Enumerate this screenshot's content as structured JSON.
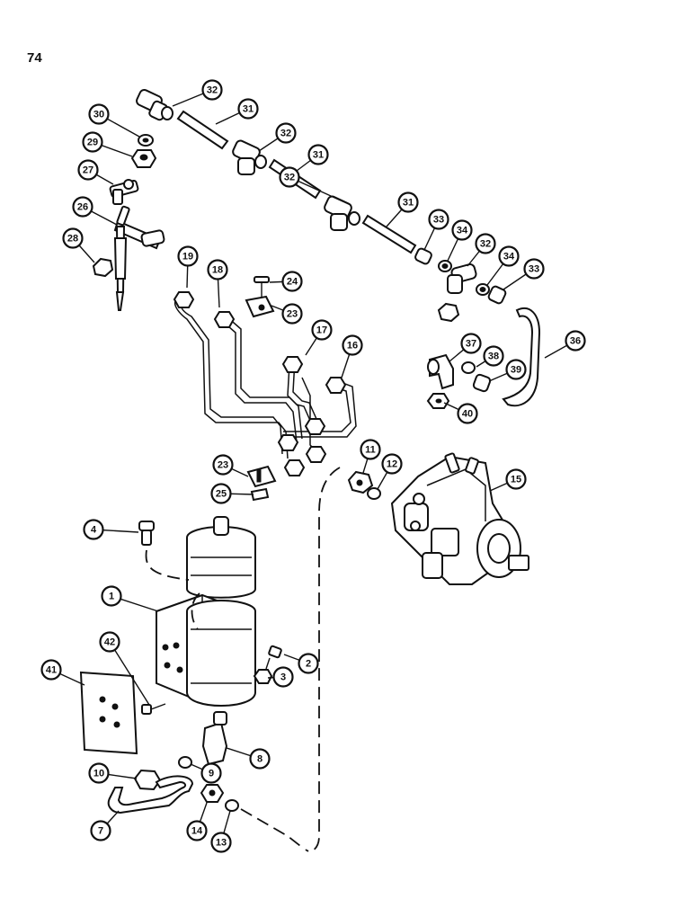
{
  "page": {
    "number": "74"
  },
  "callouts": [
    "32",
    "31",
    "32",
    "31",
    "32",
    "31",
    "30",
    "29",
    "27",
    "26",
    "28",
    "33",
    "34",
    "32",
    "34",
    "33",
    "19",
    "18",
    "24",
    "23",
    "17",
    "16",
    "36",
    "37",
    "38",
    "39",
    "40",
    "11",
    "12",
    "15",
    "23",
    "25",
    "4",
    "1",
    "2",
    "3",
    "42",
    "41",
    "8",
    "9",
    "10",
    "7",
    "14",
    "13"
  ],
  "colors": {
    "ink": "#111111",
    "paper": "#ffffff"
  }
}
